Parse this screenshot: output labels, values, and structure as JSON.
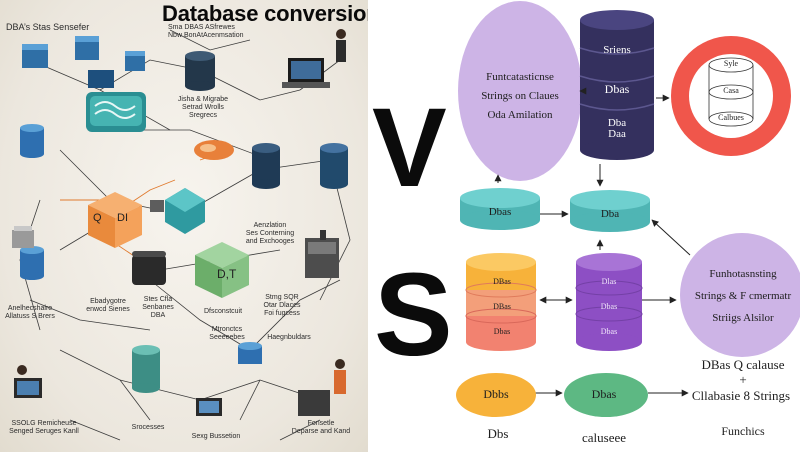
{
  "title": "Database conversion vs migration",
  "left_labels": {
    "top_left": "DBA’s Stas Sensefer",
    "top_mid": "Sma DBAS ASfrewes\nNbw BonAtAcenmsation",
    "mid_right": "Jisha & Migrabe\nSetrad Wrolls Sregrecs",
    "center_box_a": "Q",
    "center_box_b": "DI",
    "center_box_c": "D,T",
    "right_mid": "Aenzlation\nSes Conterning\nand Exchooges",
    "left_mid": "Anelhecshalre\nAllatuss S Brers",
    "center_low_a": "Ebadygotre\nenwcd Sienes",
    "center_low_b": "Stes Cfla\nSenbanes\nDBA",
    "center_low_c": "Dfsconstcuit",
    "right_low_a": "Stmg SQR\nOtar Dlaces\nFoi fugcess",
    "right_low_b": "Mtronctcs\nSeeeeebes",
    "right_low_c": "Haegnbuldars",
    "bottom_left": "SSOLG Remicheuse\nSenged Seruges Kanll",
    "bottom_mid": "Srocesses",
    "bottom_right": "Fonsetle\nDeparse and Kand",
    "bottom_far_left": "Sexg Bussetion"
  },
  "vs": {
    "v": "V",
    "s": "S"
  },
  "right": {
    "purple_circle_top": "Funtcatasticnse\nStrings on Claues\nOda Amilation",
    "tall_db_line1": "Sriens",
    "tall_db_line2": "Dbas",
    "tall_db_line3": "Dba\nDaa",
    "ring_labels": [
      "Syle",
      "Casa",
      "Calbues"
    ],
    "teal_left": "Dbas",
    "teal_right": "Dba",
    "orange_stack": [
      "DBas",
      "DBas",
      "Dbas"
    ],
    "purple_stack": [
      "Dlas",
      "Dbas",
      "Dbas"
    ],
    "circle_right": "Funhotasnsting\nStrings & F cmermatr\nStriigs Alsilor",
    "bottom_left_ellipse": "Dbbs",
    "bottom_mid_ellipse": "Dbas",
    "bottom_caption_left": "Dbs",
    "bottom_caption_mid": "caluseee",
    "right_text_1": "DBas Q calause",
    "right_text_plus": "+",
    "right_text_2": "Cllabasie 8 Strings",
    "right_text_3": "Funchics"
  },
  "colors": {
    "lavender": "#cdb4e6",
    "navy": "#34305e",
    "teal": "#5ac3c2",
    "coral": "#f0564b",
    "orange": "#f7b23a",
    "orange_top": "#f5a331",
    "purple": "#8d4fc4",
    "green": "#5db883",
    "blue_db": "#2f6fa6"
  }
}
